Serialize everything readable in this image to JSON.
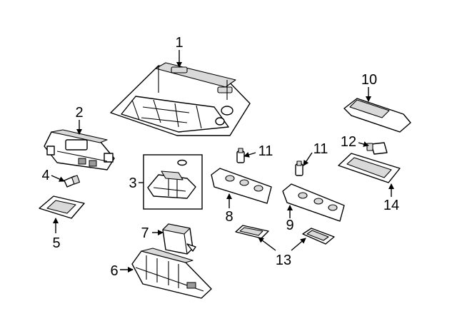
{
  "diagram": {
    "labels": [
      "1",
      "2",
      "3",
      "4",
      "5",
      "6",
      "7",
      "8",
      "9",
      "10",
      "11",
      "11",
      "12",
      "13",
      "14"
    ]
  }
}
